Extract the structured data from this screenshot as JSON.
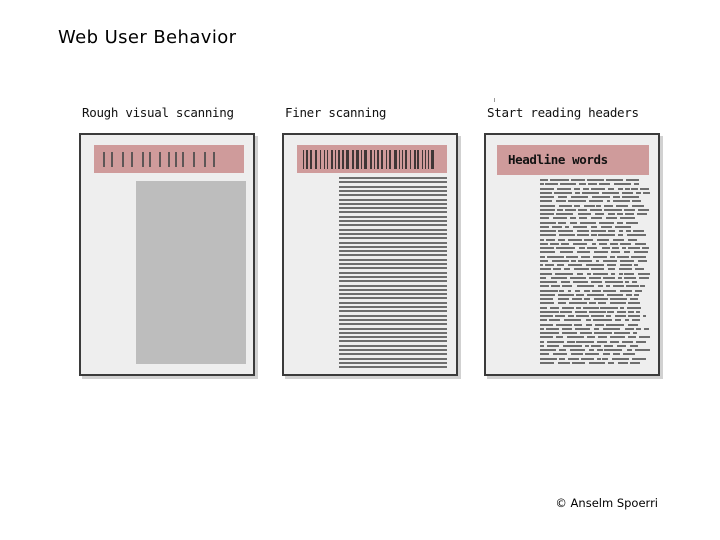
{
  "slide": {
    "title": "Web User Behavior",
    "background_color": "#ffffff",
    "copyright": "© Anselm Spoerri"
  },
  "theme": {
    "header_bar_color": "#cf9b9b",
    "page_background": "#eeeeee",
    "page_border": "#3b3b3b",
    "gray_block_color": "#bdbdbd",
    "text_line_color": "#6e6e6e",
    "tick_color": "#5d5656",
    "title_color": "#000000"
  },
  "panels": [
    {
      "id": "rough-visual-scanning",
      "caption": "Rough visual scanning",
      "header_style": "sparse-vertical-ticks",
      "header_tick_count": 13,
      "header_text": "",
      "body_style": "solid-gray-block",
      "body_description": "Large uniform gray block offset to the right, representing unread content"
    },
    {
      "id": "finer-scanning",
      "caption": "Finer scanning",
      "header_style": "dense-vertical-bars",
      "header_bar_count": 36,
      "header_text": "",
      "body_style": "horizontal-stripes",
      "body_line_count": 45,
      "body_description": "Evenly spaced horizontal stripes representing lines of text being scanned"
    },
    {
      "id": "start-reading-headers",
      "caption": "Start reading headers",
      "header_style": "headline-text",
      "header_text": "Headline words",
      "body_style": "word-segments",
      "body_line_count": 44,
      "body_description": "Horizontal rows broken into word-like segments representing readable text"
    }
  ]
}
